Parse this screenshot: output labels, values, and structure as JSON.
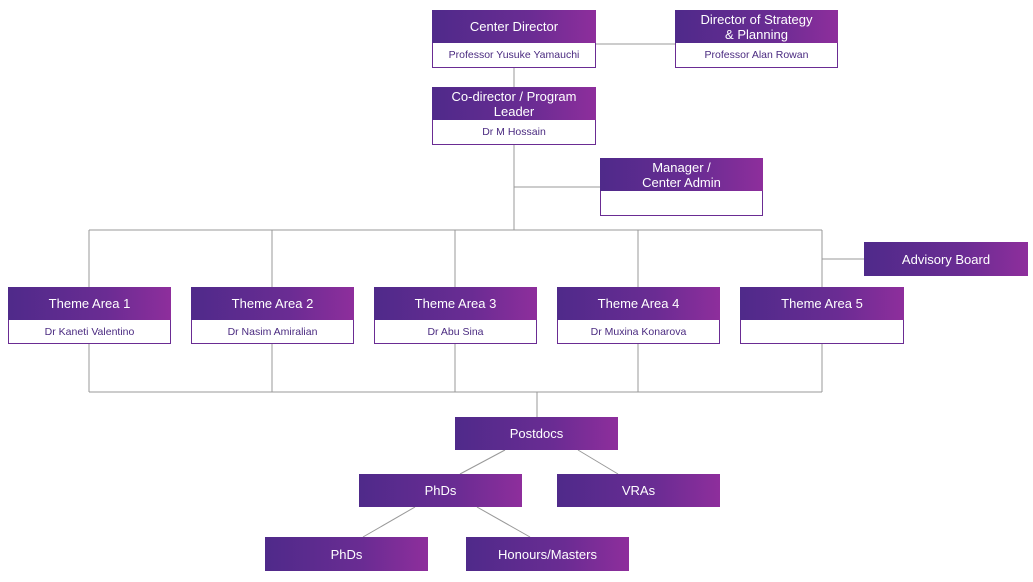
{
  "colors": {
    "accent_start": "#4f2a8a",
    "accent_end": "#8e2e9c",
    "line": "#999999",
    "sub_text": "#4a2a80"
  },
  "nodes": {
    "center_director": {
      "title": "Center Director",
      "name": "Professor Yusuke Yamauchi"
    },
    "strategy_director": {
      "title": "Director of Strategy\n& Planning",
      "name": "Professor Alan Rowan"
    },
    "co_director": {
      "title": "Co-director / Program\nLeader",
      "name": "Dr M Hossain"
    },
    "manager": {
      "title": "Manager /\nCenter Admin",
      "name": ""
    },
    "advisory_board": {
      "title": "Advisory Board"
    },
    "theme_areas": [
      {
        "title": "Theme Area 1",
        "name": "Dr Kaneti Valentino"
      },
      {
        "title": "Theme Area 2",
        "name": "Dr Nasim Amiralian"
      },
      {
        "title": "Theme Area 3",
        "name": "Dr Abu Sina"
      },
      {
        "title": "Theme Area 4",
        "name": "Dr Muxina Konarova"
      },
      {
        "title": "Theme Area 5",
        "name": ""
      }
    ],
    "postdocs": {
      "title": "Postdocs"
    },
    "phds_mid": {
      "title": "PhDs"
    },
    "vras": {
      "title": "VRAs"
    },
    "phds_low": {
      "title": "PhDs"
    },
    "honours_masters": {
      "title": "Honours/Masters"
    }
  }
}
